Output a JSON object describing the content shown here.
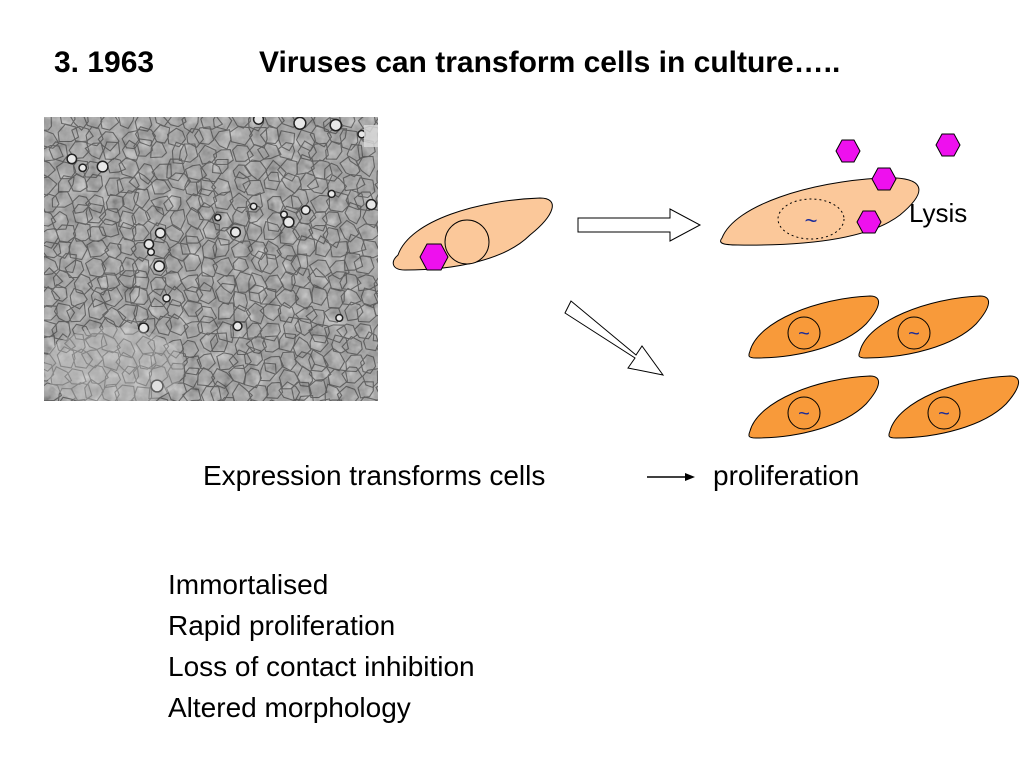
{
  "slide": {
    "title_number": "3.  1963",
    "title_text": "Viruses can transform cells in culture…..",
    "lysis_label": "Lysis",
    "nucleus_symbol": "~",
    "expression_text": "Expression transforms cells",
    "result_text": "proliferation",
    "properties": [
      "Immortalised",
      "Rapid proliferation",
      "Loss of contact inhibition",
      "Altered morphology"
    ]
  },
  "colors": {
    "normal_cell": "#fbc89a",
    "transformed_cell": "#f89a3a",
    "virus": "#ee10ee",
    "nucleus_symbol": "#1a2b9a",
    "outline": "#000000"
  },
  "icons": {
    "virus": "hexagon",
    "arrow": "hollow-arrow"
  }
}
